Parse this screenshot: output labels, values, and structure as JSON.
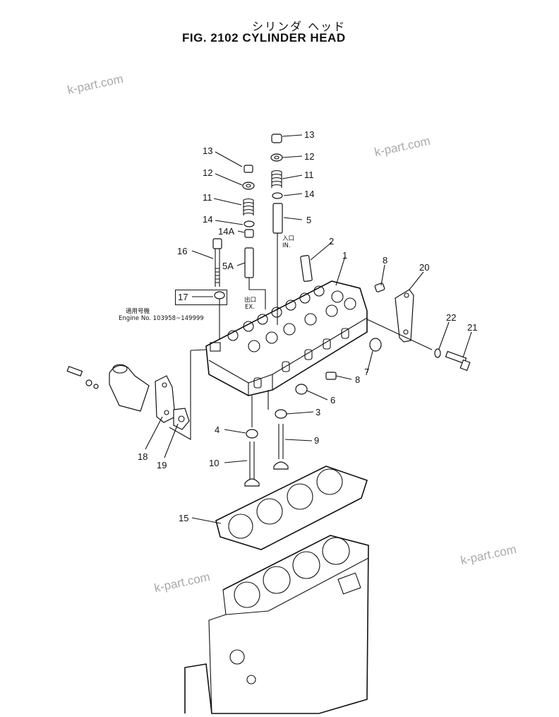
{
  "header": {
    "jp_title": "シリンダ ヘッド",
    "fig_title": "FIG. 2102  CYLINDER HEAD"
  },
  "watermarks": [
    "k-part.com",
    "k-part.com",
    "k-part.com",
    "k-part.com"
  ],
  "notes": {
    "ex_jp": "出口",
    "ex": "EX.",
    "in_jp": "入口",
    "in": "IN.",
    "engine_jp": "適用号機",
    "engine_range": "Engine  No.  103958~149999"
  },
  "callouts": {
    "c13a": "13",
    "c12a": "12",
    "c11a": "11",
    "c14a": "14",
    "c14A": "14A",
    "c16": "16",
    "c5A": "5A",
    "c17": "17",
    "c13b": "13",
    "c12b": "12",
    "c11b": "11",
    "c14b": "14",
    "c5": "5",
    "c2": "2",
    "c1": "1",
    "c8a": "8",
    "c20": "20",
    "c22": "22",
    "c21": "21",
    "c7": "7",
    "c8b": "8",
    "c6": "6",
    "c3": "3",
    "c4": "4",
    "c9": "9",
    "c10": "10",
    "c18": "18",
    "c19": "19",
    "c15": "15"
  },
  "colors": {
    "ink": "#111111",
    "watermark": "#a9a9a9",
    "paper": "#ffffff"
  }
}
